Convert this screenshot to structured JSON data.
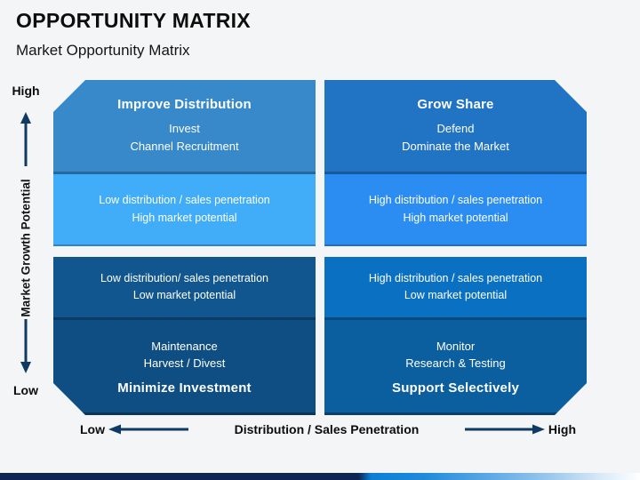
{
  "slide": {
    "title": "OPPORTUNITY MATRIX",
    "subtitle": "Market Opportunity Matrix"
  },
  "matrix": {
    "top_left": {
      "title": "Improve Distribution",
      "lines": [
        "Invest",
        "Channel Recruitment"
      ],
      "band": [
        "Low distribution / sales penetration",
        "High market potential"
      ],
      "main_color": "#3789CA",
      "band_color": "#41ADF8"
    },
    "top_right": {
      "title": "Grow Share",
      "lines": [
        "Defend",
        "Dominate the Market"
      ],
      "band": [
        "High distribution / sales penetration",
        "High market potential"
      ],
      "main_color": "#2173C4",
      "band_color": "#2B8CF2"
    },
    "bottom_left": {
      "band": [
        "Low distribution/ sales penetration",
        "Low market potential"
      ],
      "lines": [
        "Maintenance",
        "Harvest / Divest"
      ],
      "title": "Minimize Investment",
      "band_color": "#11568E",
      "main_color": "#0F4E82"
    },
    "bottom_right": {
      "band": [
        "High distribution / sales penetration",
        "Low market potential"
      ],
      "lines": [
        "Monitor",
        "Research & Testing"
      ],
      "title": "Support Selectively",
      "band_color": "#0A70C2",
      "main_color": "#0C5F9F"
    }
  },
  "y_axis": {
    "top": "High",
    "label": "Market Growth Potential",
    "bottom": "Low"
  },
  "x_axis": {
    "left": "Low",
    "label": "Distribution / Sales Penetration",
    "right": "High"
  },
  "colors": {
    "arrow": "#0E3A63",
    "footer_bar_left": "#0E2553",
    "footer_bar_mid": "#0B7FD6",
    "footer_bar_right": "#FFFFFF"
  }
}
